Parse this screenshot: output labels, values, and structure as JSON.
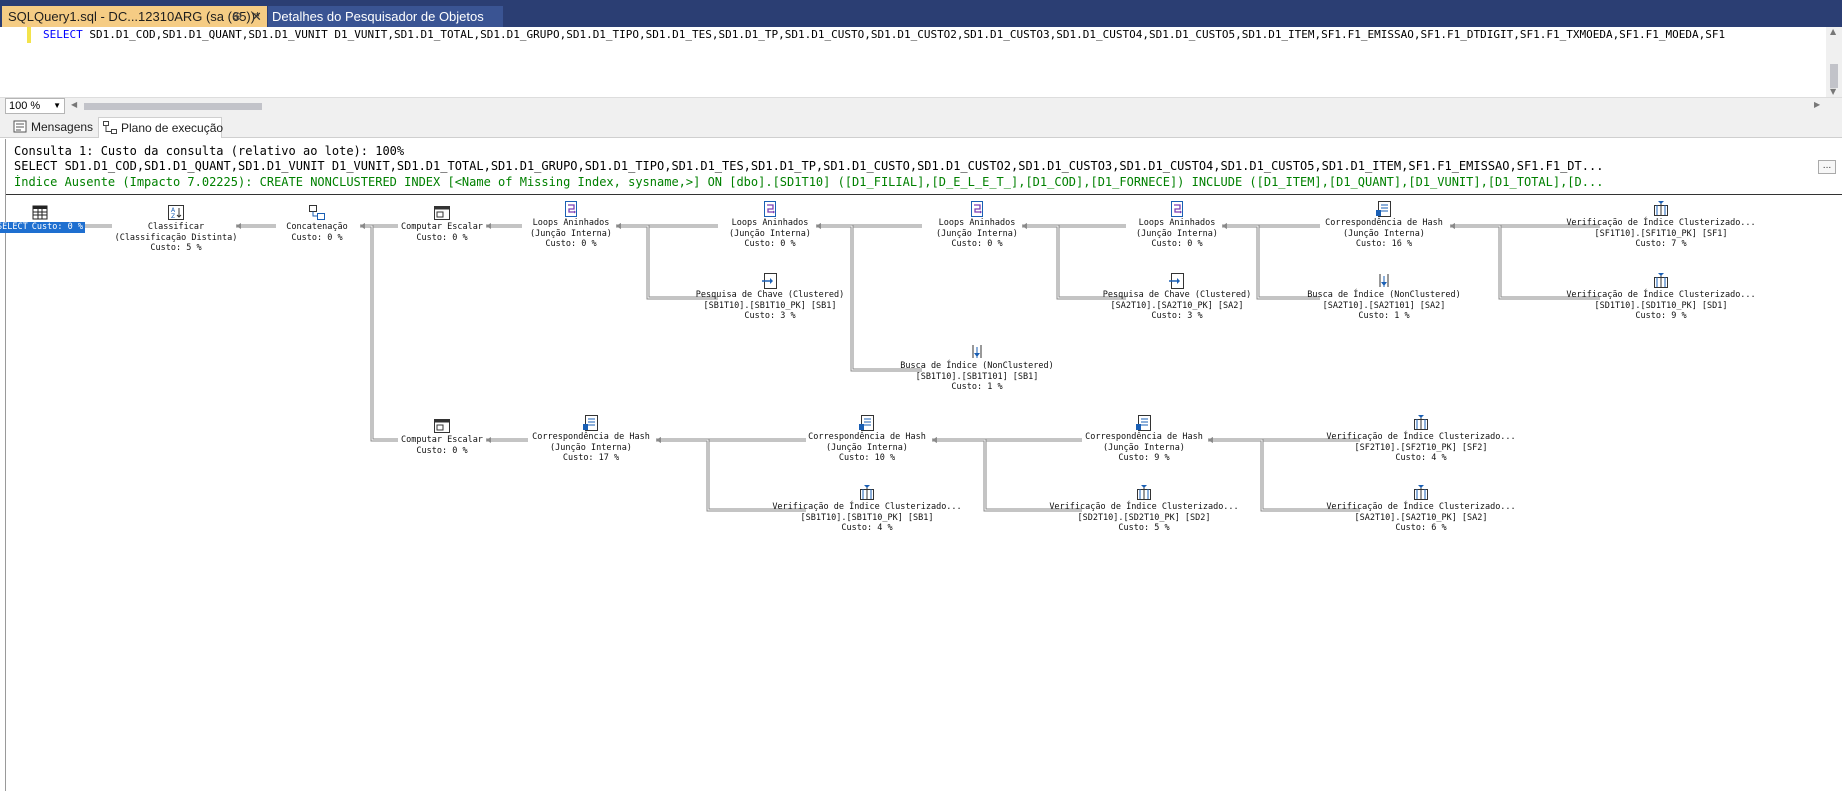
{
  "tabs": {
    "active_label": "SQLQuery1.sql - DC...12310ARG (sa (65))*",
    "pin_glyph": "⊕",
    "close_glyph": "✕",
    "inactive_label": "Detalhes do Pesquisador de Objetos"
  },
  "editor": {
    "keyword": "SELECT",
    "sql_rest": "SD1.D1_COD,SD1.D1_QUANT,SD1.D1_VUNIT D1_VUNIT,SD1.D1_TOTAL,SD1.D1_GRUPO,SD1.D1_TIPO,SD1.D1_TES,SD1.D1_TP,SD1.D1_CUSTO,SD1.D1_CUSTO2,SD1.D1_CUSTO3,SD1.D1_CUSTO4,SD1.D1_CUSTO5,SD1.D1_ITEM,SF1.F1_EMISSAO,SF1.F1_DTDIGIT,SF1.F1_TXMOEDA,SF1.F1_MOEDA,SF1",
    "zoom": "100 %"
  },
  "result_tabs": {
    "messages": "Mensagens",
    "plan": "Plano de execução"
  },
  "plan_header": {
    "line1": "Consulta 1: Custo da consulta (relativo ao lote): 100%",
    "line2": "SELECT SD1.D1_COD,SD1.D1_QUANT,SD1.D1_VUNIT D1_VUNIT,SD1.D1_TOTAL,SD1.D1_GRUPO,SD1.D1_TIPO,SD1.D1_TES,SD1.D1_TP,SD1.D1_CUSTO,SD1.D1_CUSTO2,SD1.D1_CUSTO3,SD1.D1_CUSTO4,SD1.D1_CUSTO5,SD1.D1_ITEM,SF1.F1_EMISSAO,SF1.F1_DT...",
    "line3": "Índice Ausente (Impacto 7.02225): CREATE NONCLUSTERED INDEX [<Name of Missing Index, sysname,>] ON [dbo].[SD1T10] ([D1_FILIAL],[D_E_L_E_T_],[D1_COD],[D1_FORNECE]) INCLUDE ([D1_ITEM],[D1_QUANT],[D1_VUNIT],[D1_TOTAL],[D...",
    "more_glyph": "..."
  },
  "operators": [
    {
      "id": "select",
      "icon": "select-icon",
      "lines": [
        "SELECT",
        "Custo: 0 %"
      ]
    },
    {
      "id": "sort",
      "icon": "sort-icon",
      "lines": [
        "Classificar",
        "(Classificação Distinta)",
        "Custo: 5 %"
      ]
    },
    {
      "id": "concat",
      "icon": "concatenation-icon",
      "lines": [
        "Concatenação",
        "Custo: 0 %"
      ]
    },
    {
      "id": "compute1",
      "icon": "compute-scalar-icon",
      "lines": [
        "Computar Escalar",
        "Custo: 0 %"
      ]
    },
    {
      "id": "loops1",
      "icon": "nested-loops-icon",
      "lines": [
        "Loops Aninhados",
        "(Junção Interna)",
        "Custo: 0 %"
      ]
    },
    {
      "id": "loops2",
      "icon": "nested-loops-icon",
      "lines": [
        "Loops Aninhados",
        "(Junção Interna)",
        "Custo: 0 %"
      ]
    },
    {
      "id": "loops3",
      "icon": "nested-loops-icon",
      "lines": [
        "Loops Aninhados",
        "(Junção Interna)",
        "Custo: 0 %"
      ]
    },
    {
      "id": "loops4",
      "icon": "nested-loops-icon",
      "lines": [
        "Loops Aninhados",
        "(Junção Interna)",
        "Custo: 0 %"
      ]
    },
    {
      "id": "hash1",
      "icon": "hash-match-icon",
      "lines": [
        "Correspondência de Hash",
        "(Junção Interna)",
        "Custo: 16 %"
      ]
    },
    {
      "id": "scan_sf1",
      "icon": "clustered-index-scan-icon",
      "lines": [
        "Verificação de Índice Clusterizado...",
        "[SF1T10].[SF1T10_PK] [SF1]",
        "Custo: 7 %"
      ]
    },
    {
      "id": "scan_sd1a",
      "icon": "clustered-index-scan-icon",
      "lines": [
        "Verificação de Índice Clusterizado...",
        "[SD1T10].[SD1T10_PK] [SD1]",
        "Custo: 9 %"
      ]
    },
    {
      "id": "lookup_sb1",
      "icon": "key-lookup-icon",
      "lines": [
        "Pesquisa de Chave (Clustered)",
        "[SB1T10].[SB1T10_PK] [SB1]",
        "Custo: 3 %"
      ]
    },
    {
      "id": "lookup_sa2",
      "icon": "key-lookup-icon",
      "lines": [
        "Pesquisa de Chave (Clustered)",
        "[SA2T10].[SA2T10_PK] [SA2]",
        "Custo: 3 %"
      ]
    },
    {
      "id": "seek_sa2",
      "icon": "index-seek-icon",
      "lines": [
        "Busca de Índice (NonClustered)",
        "[SA2T10].[SA2T101] [SA2]",
        "Custo: 1 %"
      ]
    },
    {
      "id": "seek_sb1",
      "icon": "index-seek-icon",
      "lines": [
        "Busca de Índice (NonClustered)",
        "[SB1T10].[SB1T101] [SB1]",
        "Custo: 1 %"
      ]
    },
    {
      "id": "compute2",
      "icon": "compute-scalar-icon",
      "lines": [
        "Computar Escalar",
        "Custo: 0 %"
      ]
    },
    {
      "id": "hash2",
      "icon": "hash-match-icon",
      "lines": [
        "Correspondência de Hash",
        "(Junção Interna)",
        "Custo: 17 %"
      ]
    },
    {
      "id": "hash3",
      "icon": "hash-match-icon",
      "lines": [
        "Correspondência de Hash",
        "(Junção Interna)",
        "Custo: 10 %"
      ]
    },
    {
      "id": "hash4",
      "icon": "hash-match-icon",
      "lines": [
        "Correspondência de Hash",
        "(Junção Interna)",
        "Custo: 9 %"
      ]
    },
    {
      "id": "scan_sf2",
      "icon": "clustered-index-scan-icon",
      "lines": [
        "Verificação de Índice Clusterizado...",
        "[SF2T10].[SF2T10_PK] [SF2]",
        "Custo: 4 %"
      ]
    },
    {
      "id": "scan_sb1",
      "icon": "clustered-index-scan-icon",
      "lines": [
        "Verificação de Índice Clusterizado...",
        "[SB1T10].[SB1T10_PK] [SB1]",
        "Custo: 4 %"
      ]
    },
    {
      "id": "scan_sd2",
      "icon": "clustered-index-scan-icon",
      "lines": [
        "Verificação de Índice Clusterizado...",
        "[SD2T10].[SD2T10_PK] [SD2]",
        "Custo: 5 %"
      ]
    },
    {
      "id": "scan_sa2",
      "icon": "clustered-index-scan-icon",
      "lines": [
        "Verificação de Índice Clusterizado...",
        "[SA2T10].[SA2T10_PK] [SA2]",
        "Custo: 6 %"
      ]
    }
  ]
}
